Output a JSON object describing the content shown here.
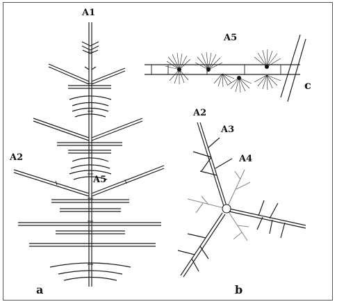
{
  "figure": {
    "panel_labels": {
      "a": "a",
      "b": "b",
      "c": "c"
    },
    "axis_labels": {
      "a1": "A1",
      "a2_panel_a": "A2",
      "a5_panel_a": "A5",
      "a2_panel_b": "A2",
      "a3_panel_b": "A3",
      "a4_panel_b": "A4",
      "a5_panel_c": "A5"
    }
  }
}
